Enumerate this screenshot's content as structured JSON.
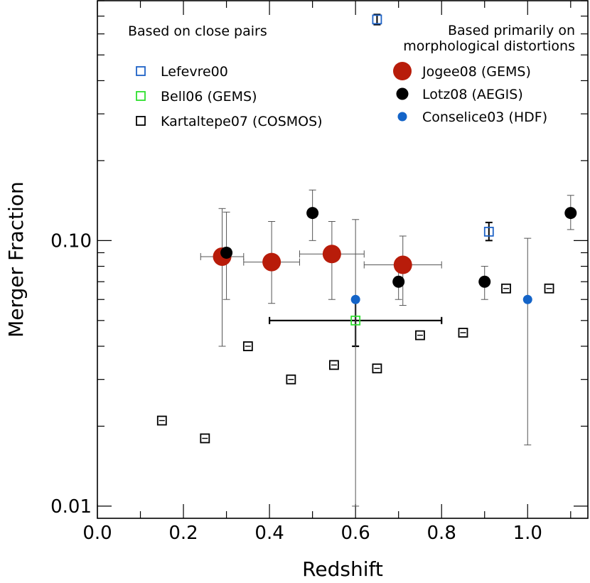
{
  "chart_data": {
    "type": "scatter",
    "xlabel": "Redshift",
    "ylabel": "Merger Fraction",
    "xlim": [
      0.0,
      1.14
    ],
    "ylim": [
      0.009,
      0.8
    ],
    "log_y": true,
    "grid": false,
    "x_ticks": [
      {
        "v": 0.0,
        "label": "0.0"
      },
      {
        "v": 0.2,
        "label": "0.2"
      },
      {
        "v": 0.4,
        "label": "0.4"
      },
      {
        "v": 0.6,
        "label": "0.6"
      },
      {
        "v": 0.8,
        "label": "0.8"
      },
      {
        "v": 1.0,
        "label": "1.0"
      }
    ],
    "y_ticks": [
      {
        "v": 0.01,
        "label": "0.01"
      },
      {
        "v": 0.1,
        "label": "0.10"
      }
    ],
    "legend_groups": [
      {
        "heading": [
          "Based on close pairs"
        ],
        "position": "top-left"
      },
      {
        "heading": [
          "Based primarily on",
          "morphological distortions"
        ],
        "position": "top-right"
      }
    ],
    "series": [
      {
        "name": "Lefevre00",
        "marker": "open-square",
        "color": "#1f63c6",
        "points": [
          {
            "x": 0.65,
            "y": 0.68,
            "yerr": [
              0.65,
              0.71
            ]
          },
          {
            "x": 0.91,
            "y": 0.108,
            "yerr": [
              0.1,
              0.117
            ]
          }
        ]
      },
      {
        "name": "Bell06 (GEMS)",
        "marker": "open-square",
        "color": "#2ee02e",
        "points": [
          {
            "x": 0.6,
            "y": 0.05,
            "yerr": [
              0.04,
              0.06
            ],
            "xerr": [
              0.4,
              0.8
            ]
          }
        ]
      },
      {
        "name": "Kartaltepe07 (COSMOS)",
        "marker": "open-square",
        "color": "#000000",
        "points": [
          {
            "x": 0.15,
            "y": 0.021
          },
          {
            "x": 0.25,
            "y": 0.018
          },
          {
            "x": 0.35,
            "y": 0.04
          },
          {
            "x": 0.45,
            "y": 0.03
          },
          {
            "x": 0.55,
            "y": 0.034
          },
          {
            "x": 0.65,
            "y": 0.033
          },
          {
            "x": 0.75,
            "y": 0.044
          },
          {
            "x": 0.85,
            "y": 0.045
          },
          {
            "x": 0.95,
            "y": 0.066
          },
          {
            "x": 1.05,
            "y": 0.066
          }
        ]
      },
      {
        "name": "Jogee08 (GEMS)",
        "marker": "filled-circle-large",
        "color": "#b81c0a",
        "points": [
          {
            "x": 0.29,
            "y": 0.087,
            "yerr": [
              0.04,
              0.132
            ],
            "xerr": [
              0.24,
              0.34
            ]
          },
          {
            "x": 0.405,
            "y": 0.083,
            "yerr": [
              0.058,
              0.118
            ],
            "xerr": [
              0.34,
              0.47
            ]
          },
          {
            "x": 0.545,
            "y": 0.089,
            "yerr": [
              0.06,
              0.118
            ],
            "xerr": [
              0.47,
              0.62
            ]
          },
          {
            "x": 0.71,
            "y": 0.081,
            "yerr": [
              0.057,
              0.104
            ],
            "xerr": [
              0.62,
              0.8
            ]
          }
        ]
      },
      {
        "name": "Lotz08 (AEGIS)",
        "marker": "filled-circle",
        "color": "#000000",
        "points": [
          {
            "x": 0.3,
            "y": 0.09,
            "yerr": [
              0.06,
              0.128
            ]
          },
          {
            "x": 0.5,
            "y": 0.127,
            "yerr": [
              0.1,
              0.155
            ]
          },
          {
            "x": 0.7,
            "y": 0.07,
            "yerr": [
              0.06,
              0.082
            ]
          },
          {
            "x": 0.9,
            "y": 0.07,
            "yerr": [
              0.06,
              0.08
            ]
          },
          {
            "x": 1.1,
            "y": 0.127,
            "yerr": [
              0.11,
              0.148
            ]
          }
        ]
      },
      {
        "name": "Conselice03 (HDF)",
        "marker": "filled-circle-small",
        "color": "#1464c8",
        "points": [
          {
            "x": 0.6,
            "y": 0.06,
            "yerr": [
              0.01,
              0.12
            ]
          },
          {
            "x": 1.0,
            "y": 0.06,
            "yerr": [
              0.017,
              0.102
            ]
          }
        ]
      }
    ]
  }
}
